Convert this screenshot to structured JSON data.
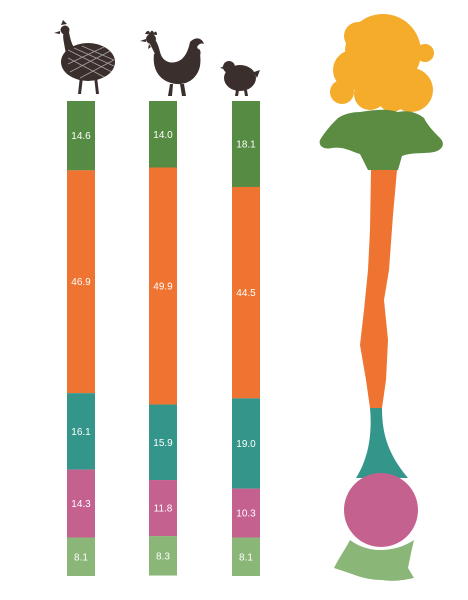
{
  "chart_data": {
    "type": "bar",
    "stacked": true,
    "normalized_total": 100,
    "categories": [
      "guinea-fowl",
      "chicken",
      "quail"
    ],
    "category_icons": [
      "guinea-fowl-icon",
      "chicken-icon",
      "quail-icon"
    ],
    "series": [
      {
        "values": [
          14.6,
          14.0,
          18.1
        ],
        "color": "#568b43"
      },
      {
        "values": [
          46.9,
          49.9,
          44.5
        ],
        "color": "#ef7331"
      },
      {
        "values": [
          16.1,
          15.9,
          19.0
        ],
        "color": "#34968a"
      },
      {
        "values": [
          14.3,
          11.8,
          10.3
        ],
        "color": "#c5618f"
      },
      {
        "values": [
          8.1,
          8.3,
          8.1
        ],
        "color": "#8ab678"
      }
    ],
    "data_label_color": "#ffffff",
    "grid": false,
    "legend": "none",
    "side_illustration": "vegetable-icon",
    "illustration_colors": {
      "flower": "#f4ac2a",
      "leaves": "#5b8c42",
      "stem": "#ef7331",
      "neck": "#34968a",
      "bulb": "#c5618f",
      "roots": "#8ab678"
    }
  }
}
